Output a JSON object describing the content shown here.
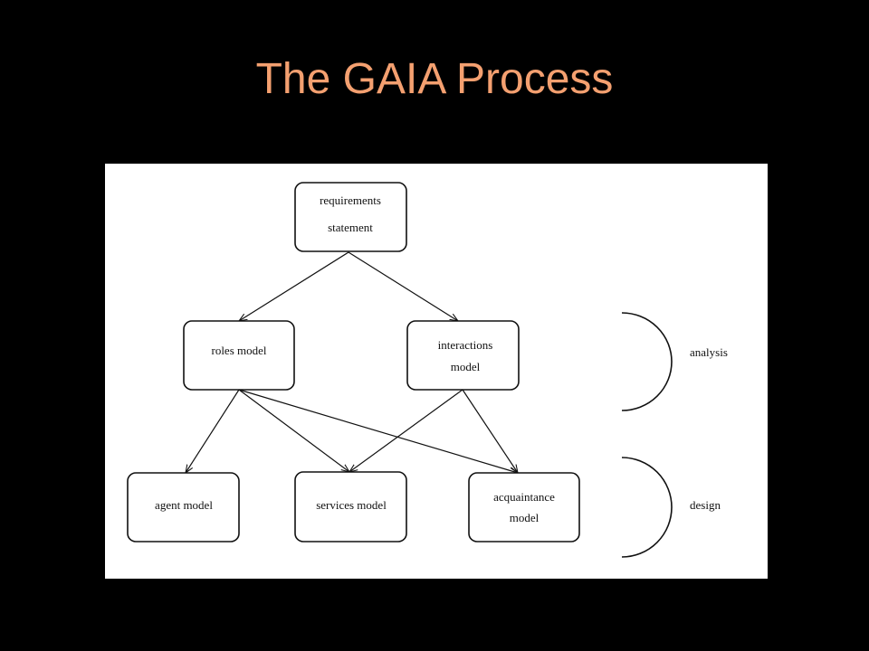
{
  "slide": {
    "title": "The GAIA Process"
  },
  "diagram": {
    "nodes": {
      "requirements": {
        "lines": [
          "requirements",
          "statement"
        ]
      },
      "roles": {
        "lines": [
          "roles model"
        ]
      },
      "interactions": {
        "lines": [
          "interactions",
          "model"
        ]
      },
      "agent": {
        "lines": [
          "agent model"
        ]
      },
      "services": {
        "lines": [
          "services model"
        ]
      },
      "acquaintance": {
        "lines": [
          "acquaintance",
          "model"
        ]
      }
    },
    "edges": [
      {
        "from": "requirements",
        "to": "roles"
      },
      {
        "from": "requirements",
        "to": "interactions"
      },
      {
        "from": "roles",
        "to": "agent"
      },
      {
        "from": "roles",
        "to": "services"
      },
      {
        "from": "roles",
        "to": "acquaintance"
      },
      {
        "from": "interactions",
        "to": "services"
      },
      {
        "from": "interactions",
        "to": "acquaintance"
      }
    ],
    "phases": {
      "analysis": "analysis",
      "design": "design"
    }
  }
}
